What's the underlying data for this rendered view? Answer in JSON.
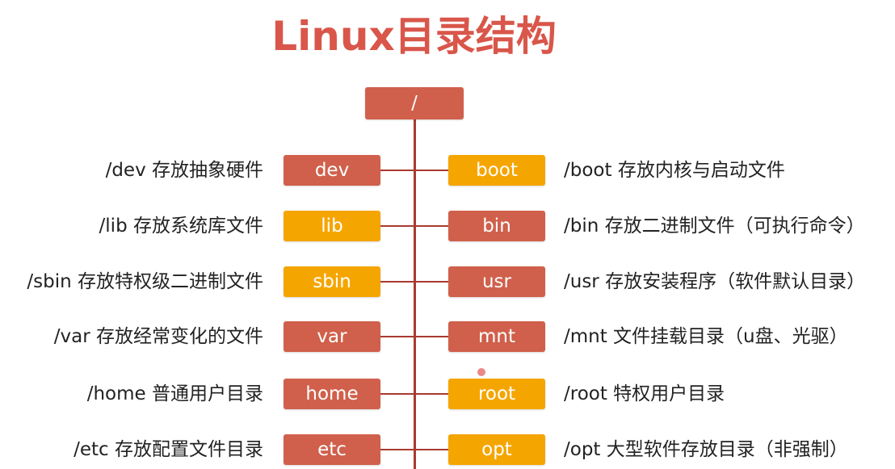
{
  "title": "Linux目录结构",
  "colors": {
    "red_box": "#d0604b",
    "orange_box": "#f5a500",
    "line": "#a93a2f",
    "title": "#d9564a"
  },
  "root": {
    "label": "/"
  },
  "rows": [
    {
      "left": {
        "label": "dev",
        "desc": "/dev 存放抽象硬件",
        "color": "red"
      },
      "right": {
        "label": "boot",
        "desc": "/boot 存放内核与启动文件",
        "color": "orange"
      }
    },
    {
      "left": {
        "label": "lib",
        "desc": "/lib 存放系统库文件",
        "color": "orange"
      },
      "right": {
        "label": "bin",
        "desc": "/bin 存放二进制文件（可执行命令）",
        "color": "red"
      }
    },
    {
      "left": {
        "label": "sbin",
        "desc": "/sbin 存放特权级二进制文件",
        "color": "orange"
      },
      "right": {
        "label": "usr",
        "desc": "/usr 存放安装程序（软件默认目录）",
        "color": "red"
      }
    },
    {
      "left": {
        "label": "var",
        "desc": "/var 存放经常变化的文件",
        "color": "red"
      },
      "right": {
        "label": "mnt",
        "desc": "/mnt 文件挂载目录（u盘、光驱）",
        "color": "red"
      }
    },
    {
      "left": {
        "label": "home",
        "desc": "/home 普通用户目录",
        "color": "red"
      },
      "right": {
        "label": "root",
        "desc": "/root 特权用户目录",
        "color": "orange"
      }
    },
    {
      "left": {
        "label": "etc",
        "desc": "/etc 存放配置文件目录",
        "color": "red"
      },
      "right": {
        "label": "opt",
        "desc": "/opt 大型软件存放目录（非强制）",
        "color": "orange"
      }
    }
  ]
}
